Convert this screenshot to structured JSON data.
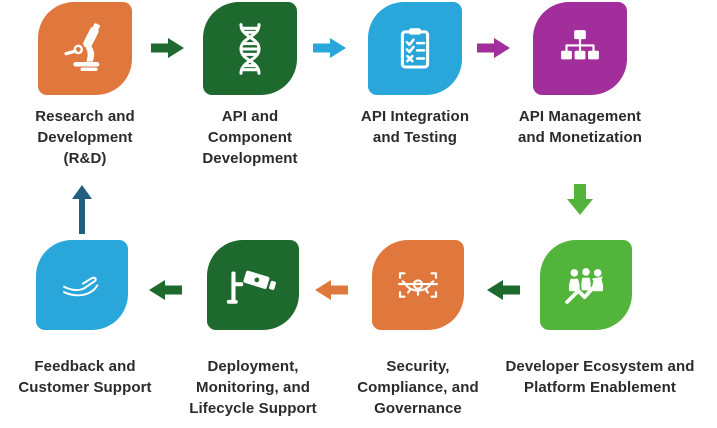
{
  "diagram": {
    "description": "API lifecycle process flow, 8 steps in a loop",
    "colors": {
      "orange": "#E0783E",
      "dark_green": "#1E692E",
      "blue": "#29A7DB",
      "purple": "#A22E9B",
      "bright_green": "#53B43B",
      "teal": "#20607E",
      "text": "#2B2B2B",
      "icon": "#FFFFFF",
      "background": "#FFFFFF"
    },
    "steps": [
      {
        "id": "research-development",
        "label": "Research and\nDevelopment\n(R&D)",
        "tile_color": "orange",
        "icon": "microscope-icon"
      },
      {
        "id": "api-component-development",
        "label": "API and\nComponent\nDevelopment",
        "tile_color": "dark_green",
        "icon": "dna-icon"
      },
      {
        "id": "api-integration-testing",
        "label": "API Integration\nand Testing",
        "tile_color": "blue",
        "icon": "clipboard-checklist-icon"
      },
      {
        "id": "api-management-monetization",
        "label": "API Management\nand Monetization",
        "tile_color": "purple",
        "icon": "sitemap-icon"
      },
      {
        "id": "developer-ecosystem",
        "label": "Developer Ecosystem and\nPlatform Enablement",
        "tile_color": "bright_green",
        "icon": "people-growth-icon"
      },
      {
        "id": "security-compliance",
        "label": "Security,\nCompliance, and\nGovernance",
        "tile_color": "orange",
        "icon": "eye-scan-icon"
      },
      {
        "id": "deployment-monitoring",
        "label": "Deployment,\nMonitoring, and\nLifecycle Support",
        "tile_color": "dark_green",
        "icon": "cctv-camera-icon"
      },
      {
        "id": "feedback-support",
        "label": "Feedback and\nCustomer Support",
        "tile_color": "blue",
        "icon": "open-hand-icon"
      }
    ],
    "arrows": [
      {
        "id": "arrow-1-to-2",
        "direction": "right",
        "color": "dark_green"
      },
      {
        "id": "arrow-2-to-3",
        "direction": "right",
        "color": "blue"
      },
      {
        "id": "arrow-3-to-4",
        "direction": "right",
        "color": "purple"
      },
      {
        "id": "arrow-4-to-5",
        "direction": "down",
        "color": "bright_green"
      },
      {
        "id": "arrow-5-to-6",
        "direction": "left",
        "color": "dark_green"
      },
      {
        "id": "arrow-6-to-7",
        "direction": "left",
        "color": "orange"
      },
      {
        "id": "arrow-7-to-8",
        "direction": "left",
        "color": "dark_green"
      },
      {
        "id": "arrow-8-to-1",
        "direction": "up",
        "color": "teal"
      }
    ]
  }
}
